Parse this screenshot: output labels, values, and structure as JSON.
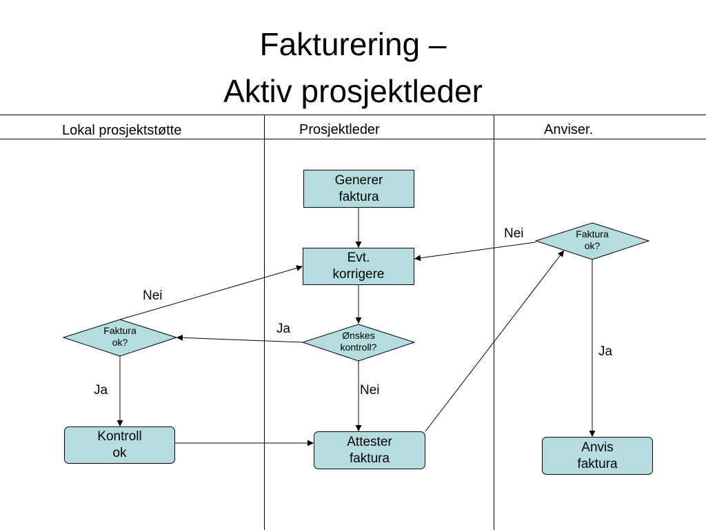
{
  "title": {
    "line1": "Fakturering –",
    "line2": "Aktiv prosjektleder"
  },
  "lanes": {
    "lokal": "Lokal prosjektstøtte",
    "prosjektleder": "Prosjektleder",
    "anviser": "Anviser."
  },
  "nodes": {
    "generer": {
      "line1": "Generer",
      "line2": "faktura"
    },
    "korrigere": {
      "line1": "Evt.",
      "line2": "korrigere"
    },
    "onskes": {
      "line1": "Ønskes",
      "line2": "kontroll?"
    },
    "faktura_ok_left": {
      "line1": "Faktura",
      "line2": "ok?"
    },
    "kontroll_ok": {
      "line1": "Kontroll",
      "line2": "ok"
    },
    "attester": {
      "line1": "Attester",
      "line2": "faktura"
    },
    "faktura_ok_right": {
      "line1": "Faktura",
      "line2": "ok?"
    },
    "anvis": {
      "line1": "Anvis",
      "line2": "faktura"
    }
  },
  "edge_labels": {
    "nei_right": "Nei",
    "nei_left": "Nei",
    "ja_onskes": "Ja",
    "ja_left": "Ja",
    "nei_onskes": "Nei",
    "ja_right": "Ja"
  },
  "colors": {
    "node_fill": "#b5dde0",
    "line": "#000000"
  }
}
